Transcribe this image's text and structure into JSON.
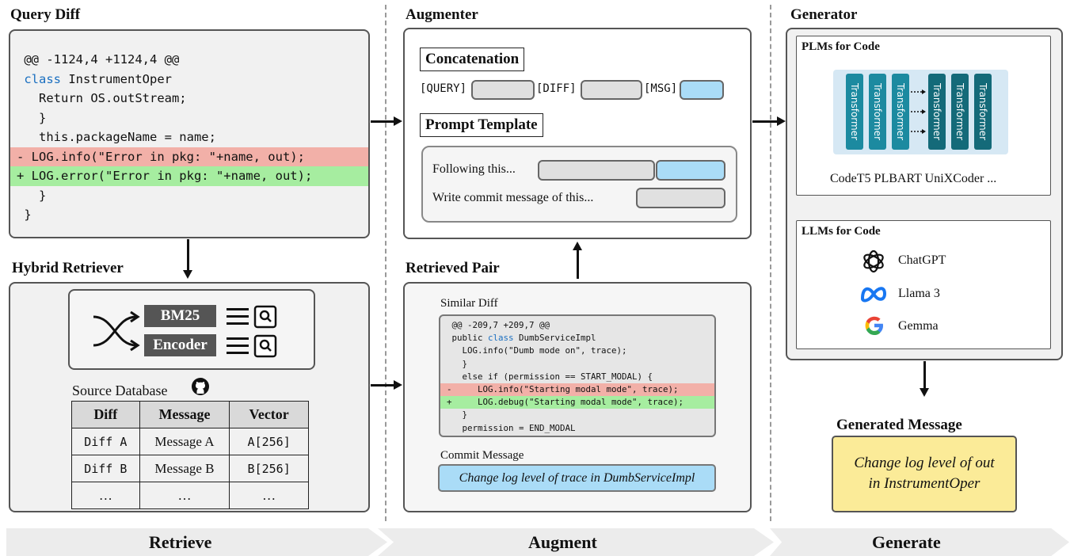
{
  "titles": {
    "query_diff": "Query Diff",
    "hybrid_retriever": "Hybrid Retriever",
    "augmenter": "Augmenter",
    "retrieved_pair": "Retrieved Pair",
    "generator": "Generator",
    "generated_message": "Generated Message"
  },
  "query_diff": {
    "lines": [
      {
        "prefix": "",
        "text": "@@ -1124,4 +1124,4 @@"
      },
      {
        "prefix": "",
        "keyword": "class",
        "text": " InstrumentOper"
      },
      {
        "prefix": "",
        "text": "  Return OS.outStream;"
      },
      {
        "prefix": "",
        "text": "  }"
      },
      {
        "prefix": "",
        "text": "  this.packageName = name;"
      },
      {
        "prefix": "-",
        "text": " LOG.info(\"Error in pkg: \"+name, out);"
      },
      {
        "prefix": "+",
        "text": " LOG.error(\"Error in pkg: \"+name, out);"
      },
      {
        "prefix": "",
        "text": "  }"
      },
      {
        "prefix": "",
        "text": "}"
      }
    ]
  },
  "retriever": {
    "bm25": "BM25",
    "encoder": "Encoder",
    "source_db_label": "Source Database",
    "table_headers": [
      "Diff",
      "Message",
      "Vector"
    ],
    "table_rows": [
      [
        "Diff A",
        "Message A",
        "A[256]"
      ],
      [
        "Diff B",
        "Message B",
        "B[256]"
      ],
      [
        "…",
        "…",
        "…"
      ]
    ]
  },
  "augmenter": {
    "concatenation": "Concatenation",
    "query_tag": "[QUERY]",
    "diff_tag": "[DIFF]",
    "msg_tag": "[MSG]",
    "prompt_template": "Prompt Template",
    "prompt_line1": "Following this...",
    "prompt_line2": "Write commit message of this..."
  },
  "retrieved_pair": {
    "similar_diff_label": "Similar Diff",
    "lines": [
      {
        "prefix": "",
        "text": "@@ -209,7 +209,7 @@"
      },
      {
        "prefix": "",
        "text": "public ",
        "keyword": "class",
        "after": " DumbServiceImpl"
      },
      {
        "prefix": "",
        "text": "  LOG.info(\"Dumb mode on\", trace);"
      },
      {
        "prefix": "",
        "text": "  }"
      },
      {
        "prefix": "",
        "text": "  else if (permission == START_MODAL) {"
      },
      {
        "prefix": "-",
        "text": "     LOG.info(\"Starting modal mode\", trace);"
      },
      {
        "prefix": "+",
        "text": "     LOG.debug(\"Starting modal mode\", trace);"
      },
      {
        "prefix": "",
        "text": "  }"
      },
      {
        "prefix": "",
        "text": "  permission = END_MODAL"
      }
    ],
    "commit_message_label": "Commit Message",
    "commit_message": "Change log level of trace in DumbServiceImpl"
  },
  "generator": {
    "plms_title": "PLMs for Code",
    "transformer_label": "Transformer",
    "plms_list": "CodeT5 PLBART UniXCoder ...",
    "llms_title": "LLMs for Code",
    "llms": [
      "ChatGPT",
      "Llama 3",
      "Gemma"
    ]
  },
  "generated_message": {
    "line1": "Change log level of out",
    "line2": "in InstrumentOper"
  },
  "stages": [
    "Retrieve",
    "Augment",
    "Generate"
  ],
  "colors": {
    "deletion": "#f2b0a8",
    "addition": "#a6eda0",
    "placeholder_blue": "#aadcf7",
    "transformer": "#1c8aa0",
    "output_yellow": "#fbeb98"
  }
}
